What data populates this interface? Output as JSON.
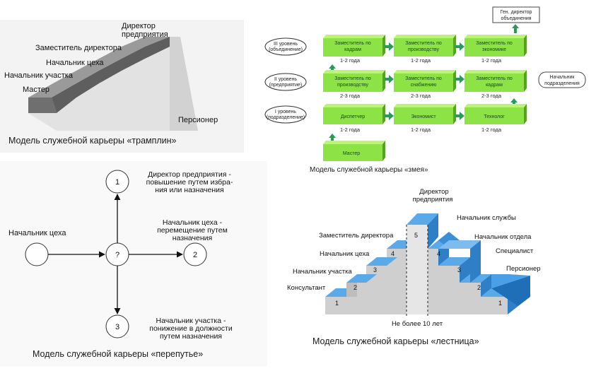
{
  "trampoline": {
    "caption": "Модель служебной карьеры «трамплин»",
    "steps": [
      "Мастер",
      "Начальник участка",
      "Начальник цеха",
      "Заместитель директора",
      "Директор",
      "предприятия"
    ],
    "pensioner": "Персионер"
  },
  "snake": {
    "caption": "Модель служебной карьеры «змея»",
    "levels": [
      [
        "III уровень",
        "(объединение)"
      ],
      [
        "II уровень",
        "(предприятие)"
      ],
      [
        "I уровень",
        "(подразделение)"
      ]
    ],
    "row3": [
      {
        "lines": [
          "Заместитель по",
          "кадрам"
        ],
        "years": "1-2 года"
      },
      {
        "lines": [
          "Заместитель по",
          "производству"
        ],
        "years": "1-2 года"
      },
      {
        "lines": [
          "Заместитель по",
          "экономике"
        ],
        "years": "1-2 года"
      }
    ],
    "row2": [
      {
        "lines": [
          "Заместитель по",
          "производству"
        ],
        "years": "2-3 года"
      },
      {
        "lines": [
          "Заместитель по",
          "снабжению"
        ],
        "years": "2-3 года"
      },
      {
        "lines": [
          "Заместитель по",
          "кадрам"
        ],
        "years": "2-3 года"
      }
    ],
    "row1": [
      {
        "lines": [
          "Диспетчер"
        ],
        "years": "1-2 года"
      },
      {
        "lines": [
          "Экономист"
        ],
        "years": "1-2 года"
      },
      {
        "lines": [
          "Технолог"
        ],
        "years": "1-2 года"
      }
    ],
    "start": "Мастер",
    "top_target": [
      "Ген. директор",
      "объединения"
    ],
    "side_note": [
      "Начальник",
      "подразделения"
    ]
  },
  "crossroads": {
    "caption": "Модель служебной карьеры «перепутье»",
    "start_label": "Начальник цеха",
    "center": "?",
    "nodes": [
      {
        "num": "1",
        "lines": [
          "Директор предприятия -",
          "повышение путем избра-",
          "ния или назначения"
        ]
      },
      {
        "num": "2",
        "lines": [
          "Начальник цеха -",
          "перемещение путем",
          "назначения"
        ]
      },
      {
        "num": "3",
        "lines": [
          "Начальник участка -",
          "понижение в должности",
          "путем назначения"
        ]
      }
    ]
  },
  "ladder": {
    "caption": "Модель служебной карьеры «лестница»",
    "top": [
      "Директор",
      "предприятия"
    ],
    "left": [
      "Консультант",
      "Начальник участка",
      "Начальник цеха",
      "Заместитель директора"
    ],
    "right": [
      "Начальник службы",
      "Начальник отдела",
      "Специалист",
      "Персионер"
    ],
    "left_nums": [
      "1",
      "2",
      "3",
      "4"
    ],
    "right_nums": [
      "4",
      "3",
      "2",
      "1"
    ],
    "peak_num": "5",
    "span_label": "Не более 10 лет"
  }
}
